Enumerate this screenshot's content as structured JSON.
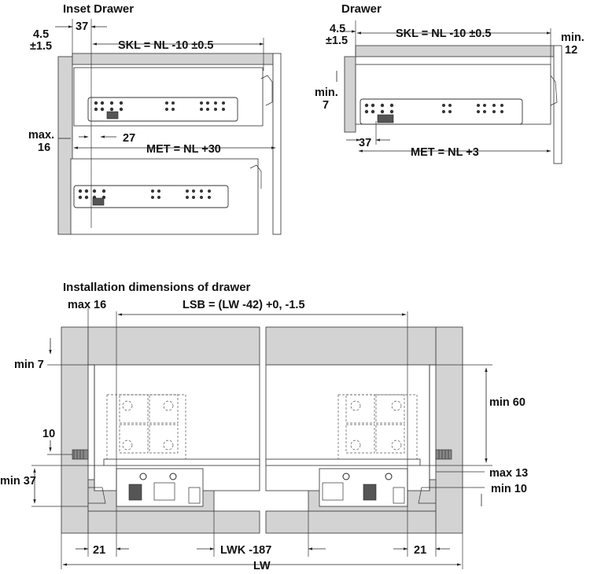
{
  "titles": {
    "inset_drawer": "Inset Drawer",
    "drawer": "Drawer",
    "installation": "Installation dimensions of drawer"
  },
  "inset_drawer": {
    "tolerance_top": "4.5",
    "tolerance_bottom": "±1.5",
    "dim_37": "37",
    "skl": "SKL = NL -10 ±0.5",
    "max_label": "max.",
    "max_value": "16",
    "dim_27": "27",
    "met": "MET = NL +30"
  },
  "drawer": {
    "tolerance_top": "4.5",
    "tolerance_bottom": "±1.5",
    "skl": "SKL = NL -10 ±0.5",
    "min_label": "min.",
    "min_value": "12",
    "min7_label": "min.",
    "min7_value": "7",
    "dim_37": "37",
    "met": "MET = NL +3"
  },
  "installation": {
    "max16": "max 16",
    "lsb": "LSB = (LW -42) +0, -1.5",
    "min7": "min 7",
    "min60": "min 60",
    "d10": "10",
    "min37": "min 37",
    "max13": "max 13",
    "min10": "min 10",
    "d21_left": "21",
    "lwk": "LWK -187",
    "d21_right": "21",
    "lw": "LW"
  }
}
